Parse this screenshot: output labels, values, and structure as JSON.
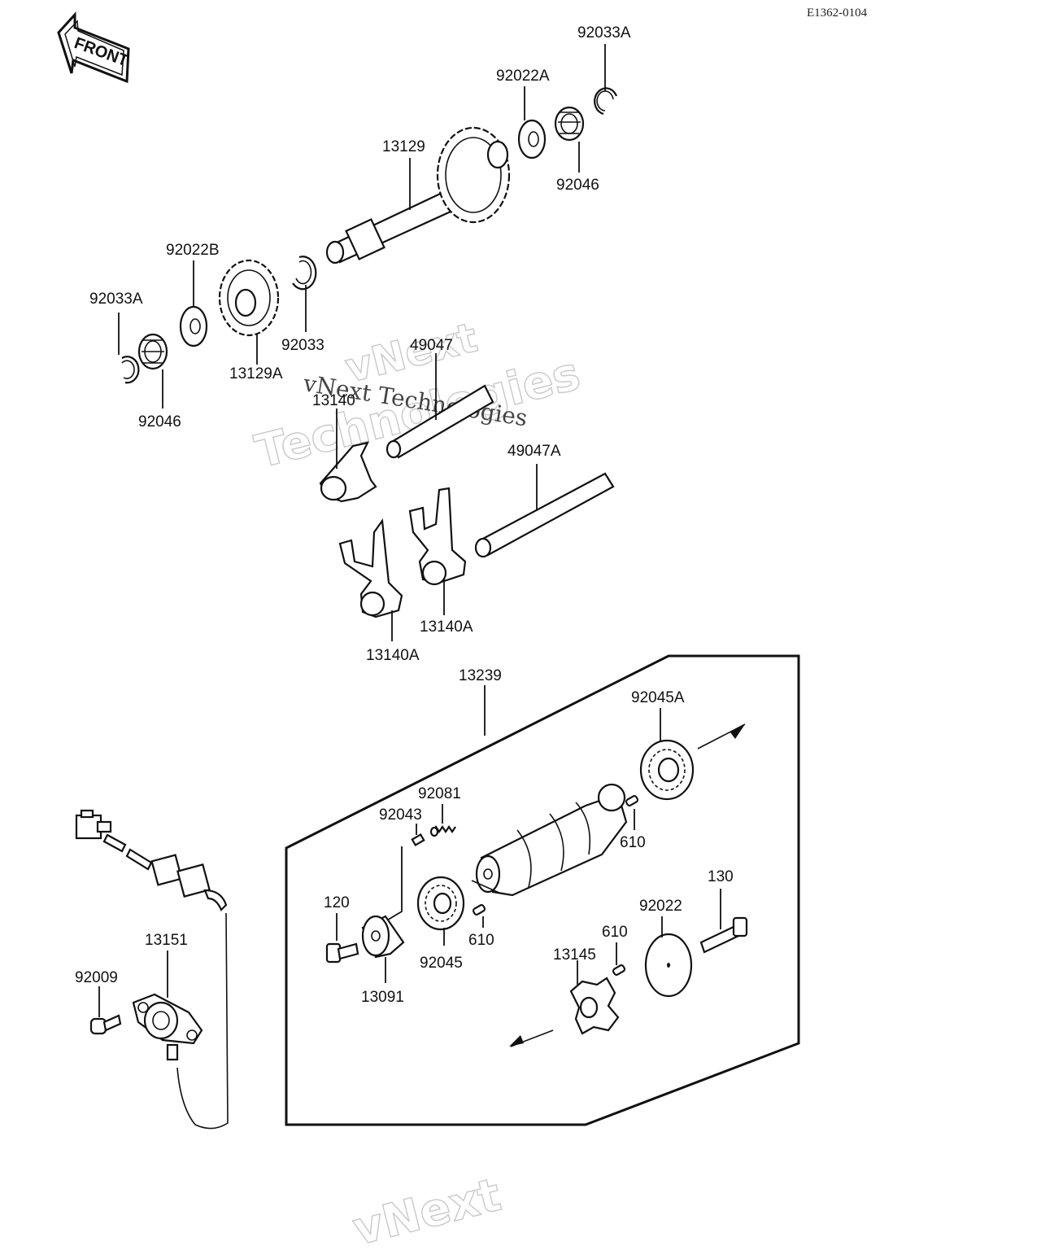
{
  "document_id": "E1362-0104",
  "front_arrow_label": "FRONT",
  "watermark": {
    "brand_top": "vNext",
    "brand_bottom": "Technologies",
    "center": "vNext Technologies",
    "bottom": "vNext"
  },
  "callouts": {
    "c92033A_top": "92033A",
    "c92022A": "92022A",
    "c13129": "13129",
    "c92046_top": "92046",
    "c92022B": "92022B",
    "c92033A_left": "92033A",
    "c92033": "92033",
    "c13129A": "13129A",
    "c92046_left": "92046",
    "c49047": "49047",
    "c13140": "13140",
    "c49047A": "49047A",
    "c13140A_right": "13140A",
    "c13140A_left": "13140A",
    "c13239": "13239",
    "c92045A": "92045A",
    "c92081": "92081",
    "c92043": "92043",
    "c610_top": "610",
    "c120": "120",
    "c610_mid": "610",
    "c92045": "92045",
    "c13091": "13091",
    "c130": "130",
    "c92022": "92022",
    "c610_low": "610",
    "c13145": "13145",
    "c13151": "13151",
    "c92009": "92009"
  }
}
